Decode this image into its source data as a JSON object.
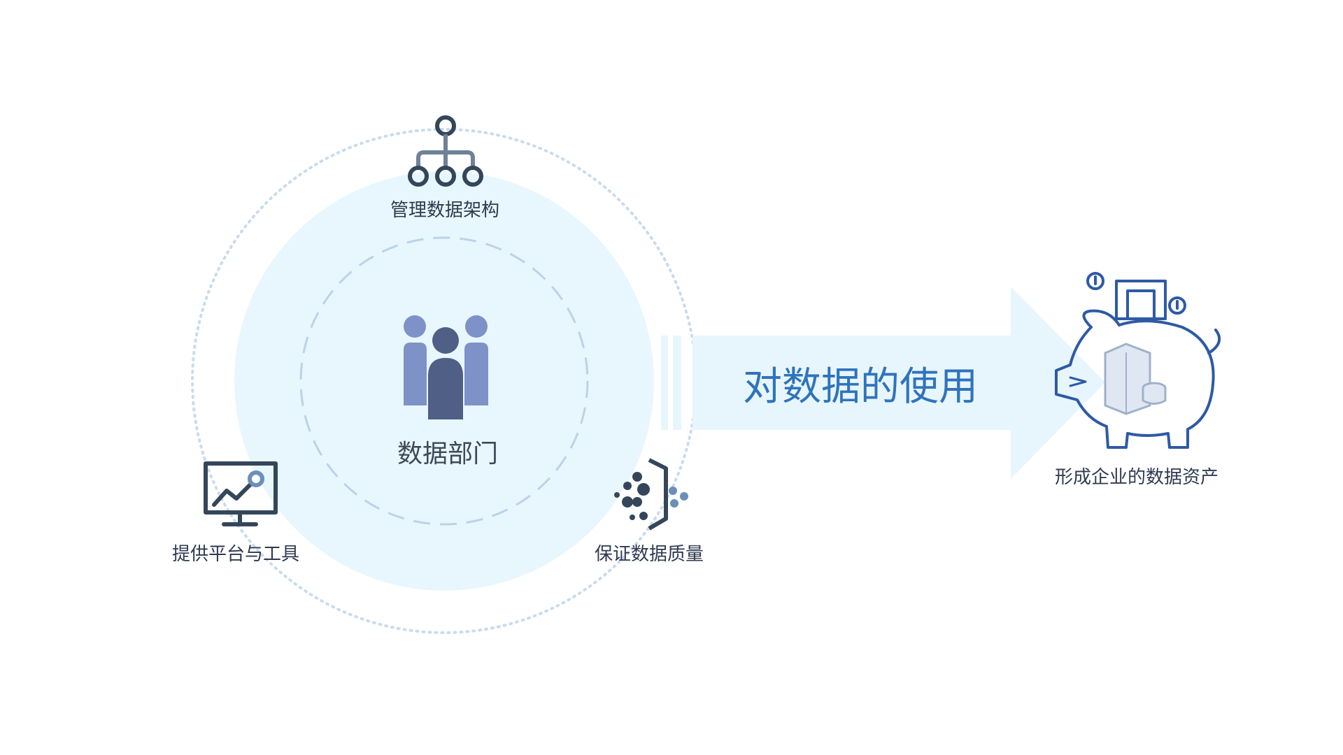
{
  "diagram": {
    "center_label": "数据部门",
    "top_label": "管理数据架构",
    "left_label": "提供平台与工具",
    "right_label": "保证数据质量",
    "arrow_label": "对数据的使用",
    "result_label": "形成企业的数据资产"
  },
  "icons": {
    "center": "team-icon",
    "top": "hierarchy-icon",
    "left": "monitor-chart-icon",
    "right": "data-filter-icon",
    "result": "piggy-bank-icon"
  },
  "colors": {
    "circle_fill": "#e8f7fd",
    "ring": "#c9dcee",
    "dashed_ring": "#bcd2ea",
    "arrow": "#e7f6fc",
    "arrow_text": "#2f73bd",
    "icon_dark": "#34465a",
    "team_front": "#4f5f86",
    "team_back": "#7e92c8",
    "piggy_stroke": "#2e5aa6"
  }
}
